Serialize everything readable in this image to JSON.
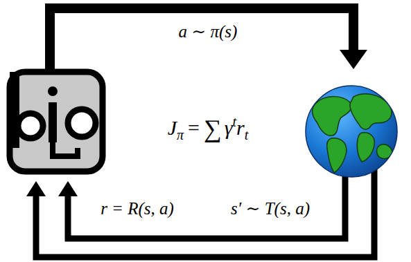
{
  "diagram": {
    "labels": [
      "a ∼ π(s)",
      "J",
      "π",
      "=",
      "∑",
      "γ",
      "t",
      "r",
      "t",
      "r = R(s, a)",
      "s′ ∼ T(s, a)"
    ]
  }
}
